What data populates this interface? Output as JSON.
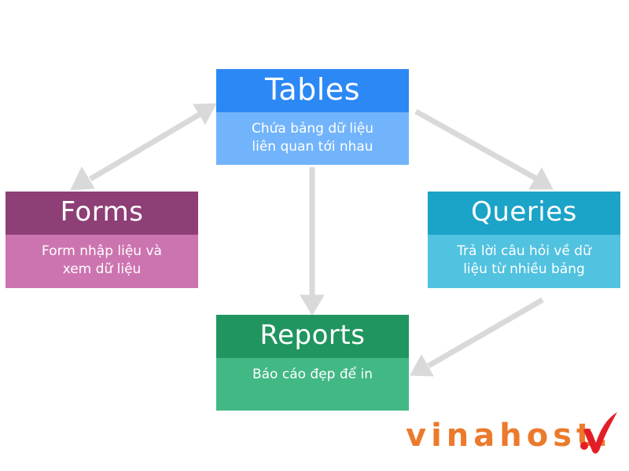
{
  "nodes": {
    "tables": {
      "title": "Tables",
      "desc": [
        "Chứa bảng dữ liệu",
        "liên quan tới nhau"
      ]
    },
    "forms": {
      "title": "Forms",
      "desc": [
        "Form nhập liệu và",
        "xem dữ liệu"
      ]
    },
    "queries": {
      "title": "Queries",
      "desc": [
        "Trả lời câu hỏi về dữ",
        "liệu từ nhiều bảng"
      ]
    },
    "reports": {
      "title": "Reports",
      "desc": [
        "Báo cáo đẹp để in"
      ]
    }
  },
  "colors": {
    "tables_head": "#2b88f5",
    "tables_body": "#72b4fb",
    "forms_head": "#8e3f76",
    "forms_body": "#cc74b0",
    "queries_head": "#1ba3c8",
    "queries_body": "#51c2e0",
    "reports_head": "#21955f",
    "reports_body": "#42b885",
    "arrow": "#d9d9d9",
    "logo_orange": "#ec7a2c",
    "logo_red": "#e41e26"
  },
  "logo": {
    "text": "vinahost."
  }
}
